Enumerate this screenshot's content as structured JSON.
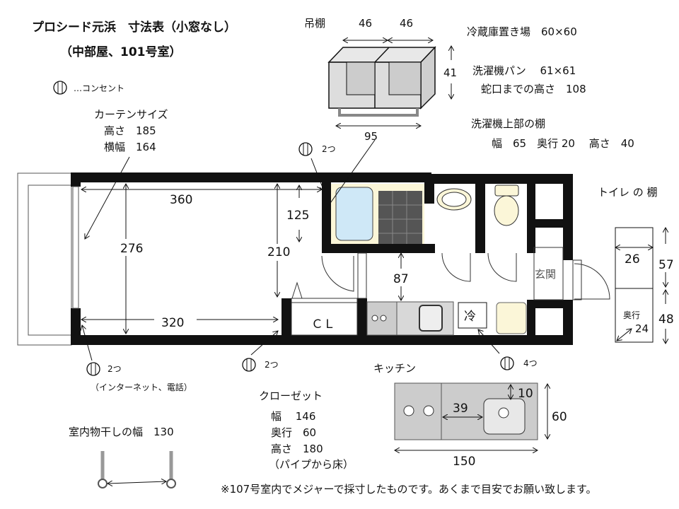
{
  "title": {
    "line1": "プロシード元浜　寸法表（小窓なし）",
    "line2": "（中部屋、101号室）"
  },
  "legend": {
    "outlet_label": "…コンセント"
  },
  "curtain": {
    "title": "カーテンサイズ",
    "height": "高さ　185",
    "width": "横幅　164"
  },
  "hanging_shelf": {
    "label": "吊棚",
    "w1": "46",
    "w2": "46",
    "height": "41",
    "total": "95"
  },
  "fridge_space": "冷蔵庫置き場　60×60",
  "washer_pan": "洗濯機パン　 61×61",
  "faucet_height": "蛇口までの高さ　108",
  "washer_shelf": {
    "title": "洗濯機上部の棚",
    "dims": "幅　65　奥行 20　 高さ　40"
  },
  "toilet_shelf": {
    "title": "トイレ の 棚",
    "width": "26",
    "h1": "57",
    "h2": "48",
    "depth_label": "奥行",
    "depth": "24"
  },
  "room": {
    "len_top": "360",
    "len_bottom": "320",
    "height": "276",
    "d125": "125",
    "d210": "210",
    "d87": "87",
    "closet": "ＣＬ",
    "entrance": "玄関",
    "fridge": "冷"
  },
  "outlets": [
    {
      "count": "2つ"
    },
    {
      "count": "2つ",
      "note": "（インターネット、電話）"
    },
    {
      "count": "2つ"
    },
    {
      "count": "4つ"
    }
  ],
  "kitchen": {
    "title": "キッチン",
    "d10": "10",
    "d39": "39",
    "d60": "60",
    "d150": "150"
  },
  "closet": {
    "title": "クローゼット",
    "width": "幅　 146",
    "depth": "奥行　60",
    "height": "高さ　180",
    "note": "（パイプから床）"
  },
  "drying": {
    "label": "室内物干しの幅　130"
  },
  "footnote": "※107号室内でメジャーで採寸したものです。あくまで目安でお願い致します。"
}
